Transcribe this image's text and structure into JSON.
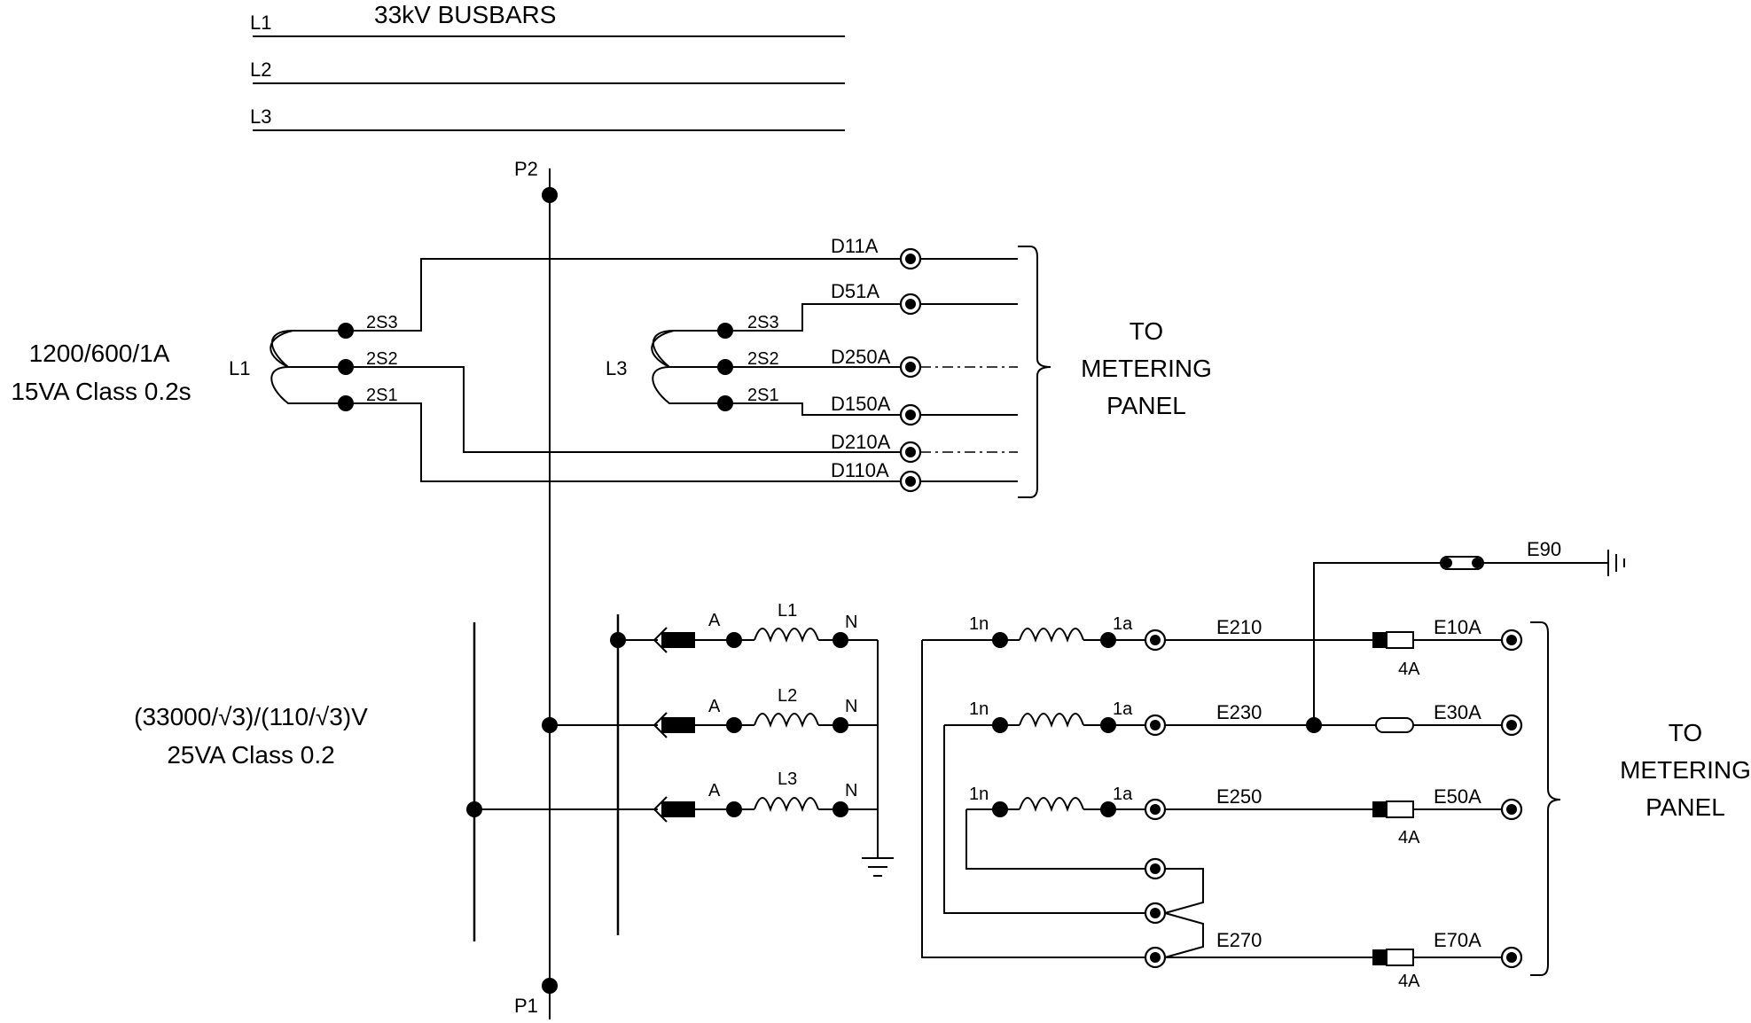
{
  "busbars": {
    "title": "33kV BUSBARS",
    "lines": [
      "L1",
      "L2",
      "L3"
    ]
  },
  "ct": {
    "rating_line1": "1200/600/1A",
    "rating_line2": "15VA Class 0.2s",
    "primary_top": "P2",
    "primary_bottom": "P1",
    "phase_left": "L1",
    "phase_right": "L3",
    "left_taps": [
      "2S3",
      "2S2",
      "2S1"
    ],
    "right_taps": [
      "2S3",
      "2S2",
      "2S1"
    ],
    "outputs": [
      "D11A",
      "D51A",
      "D250A",
      "D150A",
      "D210A",
      "D110A"
    ],
    "destination_line1": "TO",
    "destination_line2": "METERING",
    "destination_line3": "PANEL"
  },
  "vt": {
    "rating_line1": "(33000/√3)/(110/√3)V",
    "rating_line2": "25VA Class 0.2",
    "primary_rows": [
      {
        "a": "A",
        "coil": "L1",
        "n": "N"
      },
      {
        "a": "A",
        "coil": "L2",
        "n": "N"
      },
      {
        "a": "A",
        "coil": "L3",
        "n": "N"
      }
    ],
    "secondary_rows": [
      {
        "start": "1n",
        "end": "1a",
        "wire": "E210",
        "out": "E10A",
        "fuse": "4A"
      },
      {
        "start": "1n",
        "end": "1a",
        "wire": "E230",
        "out": "E30A",
        "fuse": ""
      },
      {
        "start": "1n",
        "end": "1a",
        "wire": "E250",
        "out": "E50A",
        "fuse": "4A"
      }
    ],
    "earth_label": "E90",
    "neutral_wire": "E270",
    "neutral_out": "E70A",
    "neutral_fuse": "4A",
    "destination_line1": "TO",
    "destination_line2": "METERING",
    "destination_line3": "PANEL"
  }
}
